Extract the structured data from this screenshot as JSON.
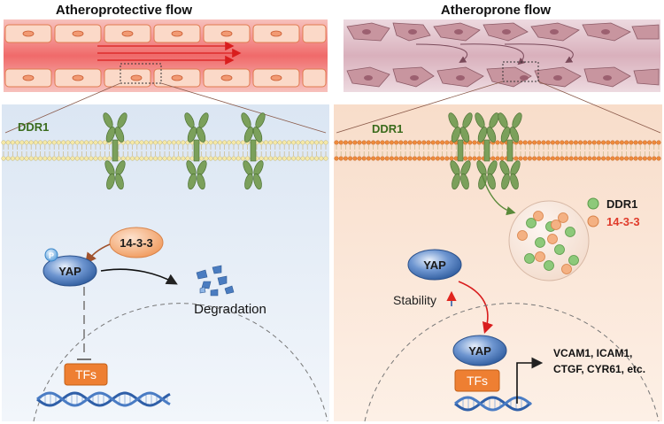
{
  "left_panel": {
    "title": "Atheroprotective flow",
    "receptor_label": "DDR1",
    "phospho_label": "P",
    "yap_label": "YAP",
    "adaptor_label": "14-3-3",
    "degradation_label": "Degradation",
    "tfs_label": "TFs"
  },
  "right_panel": {
    "title": "Atheroprone flow",
    "receptor_label": "DDR1",
    "legend": [
      {
        "label": "DDR1",
        "color": "#8dc97a",
        "text_color": "#1a1a1a"
      },
      {
        "label": "14-3-3",
        "color": "#f4b183",
        "text_color": "#e03a2a"
      }
    ],
    "yap_label": "YAP",
    "stability_label": "Stability",
    "nuclear_yap_label": "YAP",
    "tfs_label": "TFs",
    "target_genes_line1": "VCAM1, ICAM1,",
    "target_genes_line2": "CTGF, CYR61, etc."
  },
  "colors": {
    "left_bg": "#e6eef8",
    "right_bg": "#fcebe0",
    "yap": "#3d6fb8",
    "adaptor": "#f4a76e",
    "tfs": "#ee7f32",
    "receptor": "#7ba05b",
    "dna": "#2f5fa8"
  }
}
